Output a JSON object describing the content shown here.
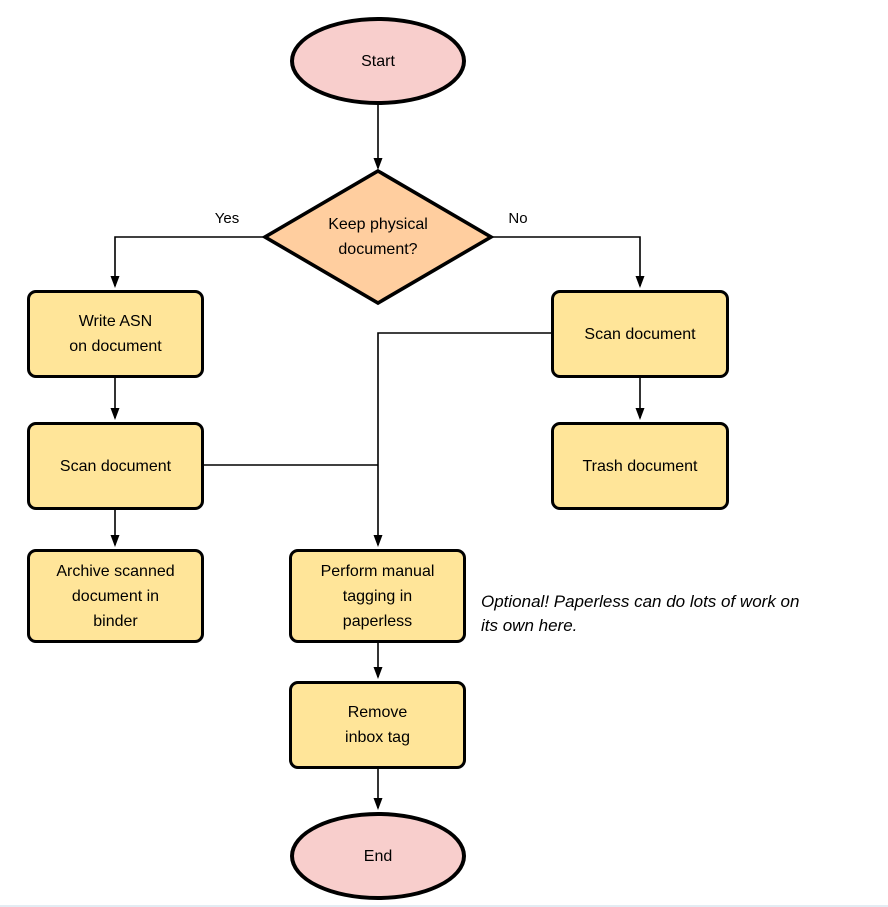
{
  "diagram": {
    "nodes": {
      "start": {
        "label": "Start",
        "type": "terminator"
      },
      "decision": {
        "label": "Keep physical\ndocument?",
        "type": "decision"
      },
      "write_asn": {
        "label": "Write ASN\non document",
        "type": "process"
      },
      "scan_left": {
        "label": "Scan document",
        "type": "process"
      },
      "archive": {
        "label": "Archive scanned\ndocument in\nbinder",
        "type": "process"
      },
      "scan_right": {
        "label": "Scan document",
        "type": "process"
      },
      "trash": {
        "label": "Trash document",
        "type": "process"
      },
      "tagging": {
        "label": "Perform manual\ntagging in\npaperless",
        "type": "process"
      },
      "remove_inbox": {
        "label": "Remove\ninbox tag",
        "type": "process"
      },
      "end": {
        "label": "End",
        "type": "terminator"
      }
    },
    "edge_labels": {
      "yes": "Yes",
      "no": "No"
    },
    "annotation": "Optional! Paperless can do lots of work on\nits own here.",
    "colors": {
      "terminator_fill": "#f8cecc",
      "decision_fill": "#ffce9f",
      "process_fill": "#ffe599",
      "stroke": "#000000",
      "background": "#ffffff"
    }
  }
}
